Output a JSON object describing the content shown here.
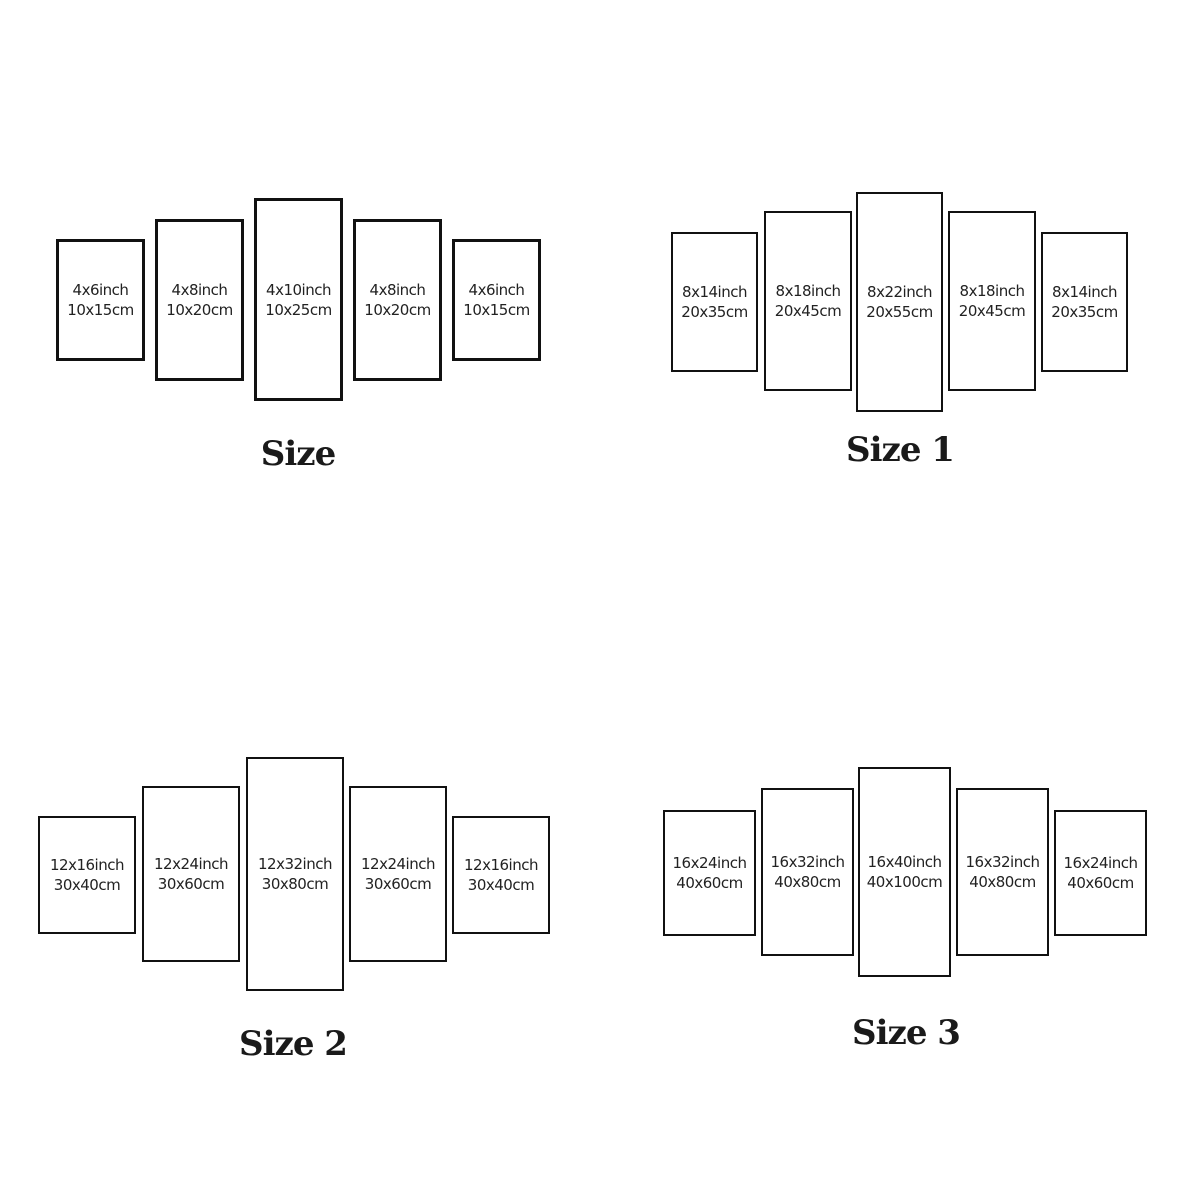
{
  "groups": [
    {
      "title": "Size",
      "panels": [
        {
          "inch": "4x6inch",
          "cm": "10x15cm"
        },
        {
          "inch": "4x8inch",
          "cm": "10x20cm"
        },
        {
          "inch": "4x10inch",
          "cm": "10x25cm"
        },
        {
          "inch": "4x8inch",
          "cm": "10x20cm"
        },
        {
          "inch": "4x6inch",
          "cm": "10x15cm"
        }
      ]
    },
    {
      "title": "Size 1",
      "panels": [
        {
          "inch": "8x14inch",
          "cm": "20x35cm"
        },
        {
          "inch": "8x18inch",
          "cm": "20x45cm"
        },
        {
          "inch": "8x22inch",
          "cm": "20x55cm"
        },
        {
          "inch": "8x18inch",
          "cm": "20x45cm"
        },
        {
          "inch": "8x14inch",
          "cm": "20x35cm"
        }
      ]
    },
    {
      "title": "Size 2",
      "panels": [
        {
          "inch": "12x16inch",
          "cm": "30x40cm"
        },
        {
          "inch": "12x24inch",
          "cm": "30x60cm"
        },
        {
          "inch": "12x32inch",
          "cm": "30x80cm"
        },
        {
          "inch": "12x24inch",
          "cm": "30x60cm"
        },
        {
          "inch": "12x16inch",
          "cm": "30x40cm"
        }
      ]
    },
    {
      "title": "Size 3",
      "panels": [
        {
          "inch": "16x24inch",
          "cm": "40x60cm"
        },
        {
          "inch": "16x32inch",
          "cm": "40x80cm"
        },
        {
          "inch": "16x40inch",
          "cm": "40x100cm"
        },
        {
          "inch": "16x32inch",
          "cm": "40x80cm"
        },
        {
          "inch": "16x24inch",
          "cm": "40x60cm"
        }
      ]
    }
  ]
}
